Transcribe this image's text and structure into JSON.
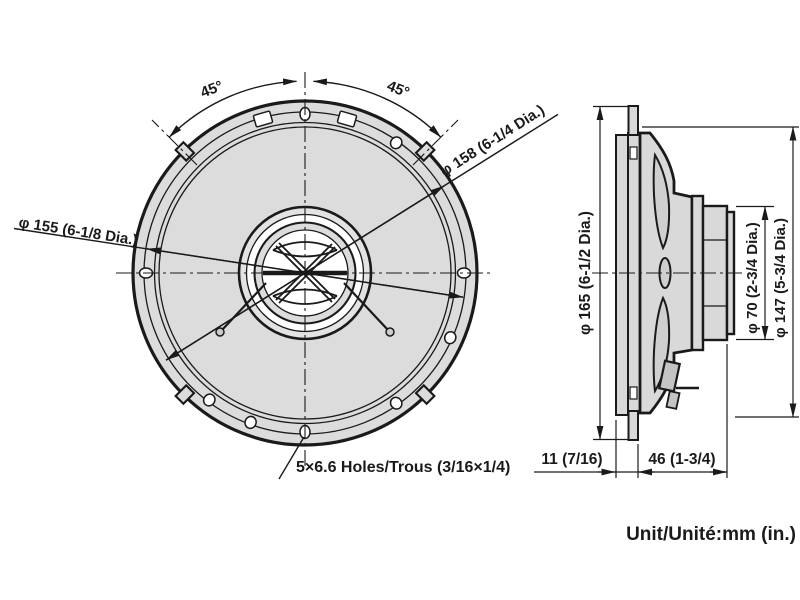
{
  "colors": {
    "line": "#1a1a1a",
    "fill_light": "#dcdcdc",
    "fill_mid": "#cfcfcf",
    "background": "#ffffff"
  },
  "unit_label": "Unit/Unité:mm (in.)",
  "front_view": {
    "angle_left": "45°",
    "angle_right": "45°",
    "dia_outer_rim": "φ 158 (6-1/4 Dia.)",
    "dia_cutout": "φ 155 (6-1/8 Dia.)",
    "holes": "5×6.6 Holes/Trous (3/16×1/4)"
  },
  "side_view": {
    "dia_overall": "φ 165 (6-1/2 Dia.)",
    "dia_magnet": "φ 70 (2-3/4 Dia.)",
    "dia_frame": "φ 147 (5-3/4 Dia.)",
    "depth_flange": "11 (7/16)",
    "depth_mount": "46 (1-3/4)"
  }
}
